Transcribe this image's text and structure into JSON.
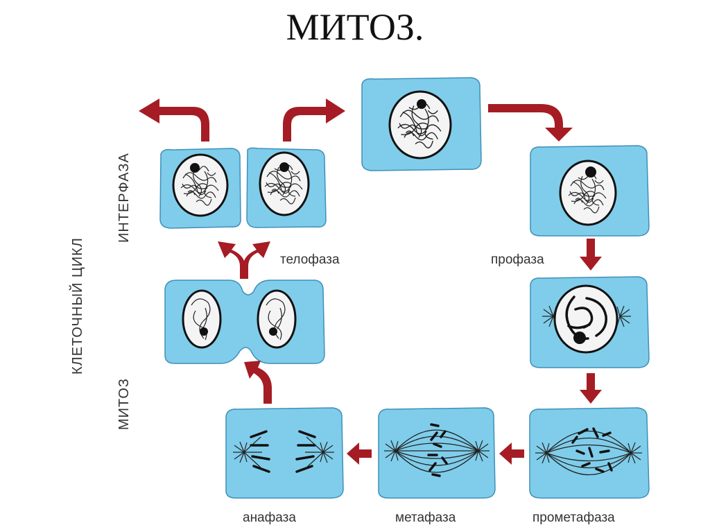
{
  "title": "МИТОЗ.",
  "labels": {
    "cell_cycle": "КЛЕТОЧНЫЙ ЦИКЛ",
    "interphase": "ИНТЕРФАЗА",
    "mitosis": "МИТОЗ",
    "telophase": "телофаза",
    "prophase": "профаза",
    "anaphase": "анафаза",
    "metaphase": "метафаза",
    "prometaphase": "прометафаза"
  },
  "colors": {
    "cell_fill": "#7fcdea",
    "arrow": "#a51c24",
    "text": "#333333"
  }
}
